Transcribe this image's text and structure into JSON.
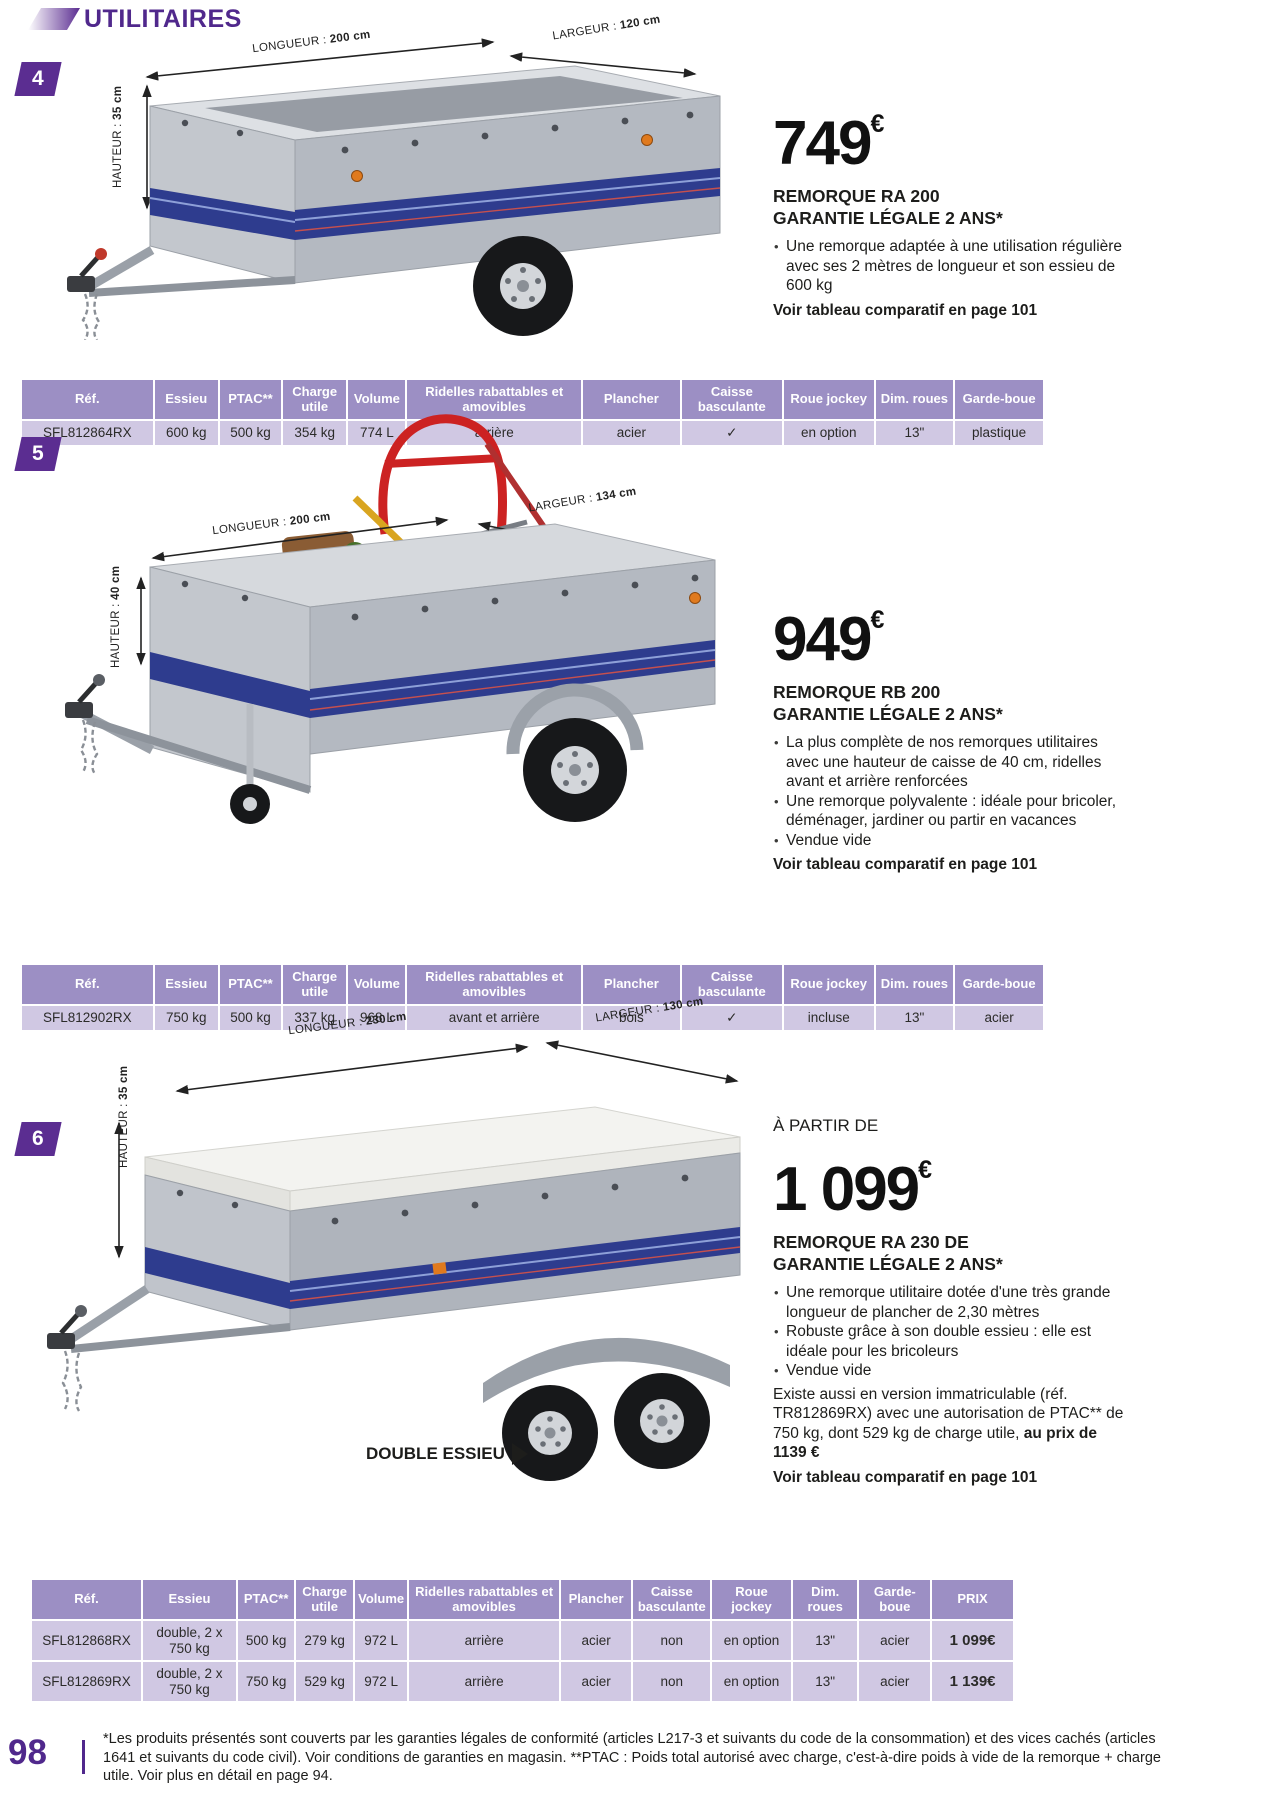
{
  "page": {
    "title": "UTILITAIRES",
    "number": "98",
    "footnote": "*Les produits présentés sont couverts par les garanties légales de conformité (articles L217-3 et suivants du code de la consommation) et des vices cachés (articles 1641 et suivants du code civil). Voir conditions de garanties en magasin. **PTAC : Poids total autorisé avec charge, c'est-à-dire poids à vide de la remorque + charge utile. Voir plus en détail en page 94."
  },
  "colors": {
    "accent_purple": "#5b2d91",
    "table_header": "#9c8fc4",
    "table_cell": "#d0c8e3",
    "stripe_blue": "#2e3c8e"
  },
  "products": [
    {
      "badge": "4",
      "dims": {
        "longueur": {
          "label": "LONGUEUR : ",
          "value": "200 cm"
        },
        "largeur": {
          "label": "LARGEUR : ",
          "value": "120 cm"
        },
        "hauteur": {
          "label": "HAUTEUR : ",
          "value": "35 cm"
        }
      },
      "price": "749",
      "euro": "€",
      "name": "REMORQUE RA 200",
      "warranty": "GARANTIE LÉGALE 2 ANS*",
      "bullets": [
        "Une remorque adaptée à une utilisation régulière avec ses 2 mètres de longueur et son essieu de 600 kg"
      ],
      "compare": "Voir tableau comparatif en page 101"
    },
    {
      "badge": "5",
      "dims": {
        "longueur": {
          "label": "LONGUEUR : ",
          "value": "200 cm"
        },
        "largeur": {
          "label": "LARGEUR : ",
          "value": "134 cm"
        },
        "hauteur": {
          "label": "HAUTEUR : ",
          "value": "40 cm"
        }
      },
      "price": "949",
      "euro": "€",
      "name": "REMORQUE RB 200",
      "warranty": "GARANTIE LÉGALE 2 ANS*",
      "bullets": [
        "La plus complète de nos remorques utilitaires avec une hauteur de caisse de 40 cm, ridelles avant et arrière renforcées",
        "Une remorque polyvalente : idéale pour bricoler, déménager, jardiner ou partir en vacances",
        "Vendue vide"
      ],
      "compare": "Voir tableau comparatif en page 101"
    },
    {
      "badge": "6",
      "dims": {
        "longueur": {
          "label": "LONGUEUR : ",
          "value": "230 cm"
        },
        "largeur": {
          "label": "LARGEUR : ",
          "value": "130 cm"
        },
        "hauteur": {
          "label": "HAUTEUR : ",
          "value": "35 cm"
        }
      },
      "price_prefix": "À PARTIR DE",
      "price": "1 099",
      "euro": "€",
      "name": "REMORQUE RA 230 DE",
      "warranty": "GARANTIE LÉGALE 2 ANS*",
      "bullets": [
        "Une remorque utilitaire dotée d'une très grande longueur de plancher de 2,30 mètres",
        "Robuste grâce à son double essieu : elle est idéale pour les bricoleurs",
        "Vendue vide"
      ],
      "extra_text": "Existe aussi en version immatriculable (réf. TR812869RX) avec une autorisation de PTAC** de 750 kg, dont 529 kg de charge utile, ",
      "extra_bold": "au prix de 1139 €",
      "compare": "Voir tableau comparatif en page 101",
      "callout": "DOUBLE ESSIEU"
    }
  ],
  "tables": [
    {
      "headers": [
        "Réf.",
        "Essieu",
        "PTAC**",
        "Charge utile",
        "Volume",
        "Ridelles rabattables et amovibles",
        "Plancher",
        "Caisse basculante",
        "Roue jockey",
        "Dim. roues",
        "Garde-boue"
      ],
      "rows": [
        [
          "SFL812864RX",
          "600 kg",
          "500 kg",
          "354 kg",
          "774 L",
          "arrière",
          "acier",
          "✓",
          "en option",
          "13\"",
          "plastique"
        ]
      ]
    },
    {
      "headers": [
        "Réf.",
        "Essieu",
        "PTAC**",
        "Charge utile",
        "Volume",
        "Ridelles rabattables et amovibles",
        "Plancher",
        "Caisse basculante",
        "Roue jockey",
        "Dim. roues",
        "Garde-boue"
      ],
      "rows": [
        [
          "SFL812902RX",
          "750 kg",
          "500 kg",
          "337 kg",
          "968 L",
          "avant et arrière",
          "bois",
          "✓",
          "incluse",
          "13\"",
          "acier"
        ]
      ]
    },
    {
      "headers": [
        "Réf.",
        "Essieu",
        "PTAC**",
        "Charge utile",
        "Volume",
        "Ridelles rabattables et amovibles",
        "Plancher",
        "Caisse basculante",
        "Roue jockey",
        "Dim. roues",
        "Garde-boue",
        "PRIX"
      ],
      "rows": [
        [
          "SFL812868RX",
          "double, 2 x 750 kg",
          "500 kg",
          "279 kg",
          "972 L",
          "arrière",
          "acier",
          "non",
          "en option",
          "13\"",
          "acier",
          "1 099€"
        ],
        [
          "SFL812869RX",
          "double, 2 x 750 kg",
          "750 kg",
          "529 kg",
          "972 L",
          "arrière",
          "acier",
          "non",
          "en option",
          "13\"",
          "acier",
          "1 139€"
        ]
      ]
    }
  ]
}
